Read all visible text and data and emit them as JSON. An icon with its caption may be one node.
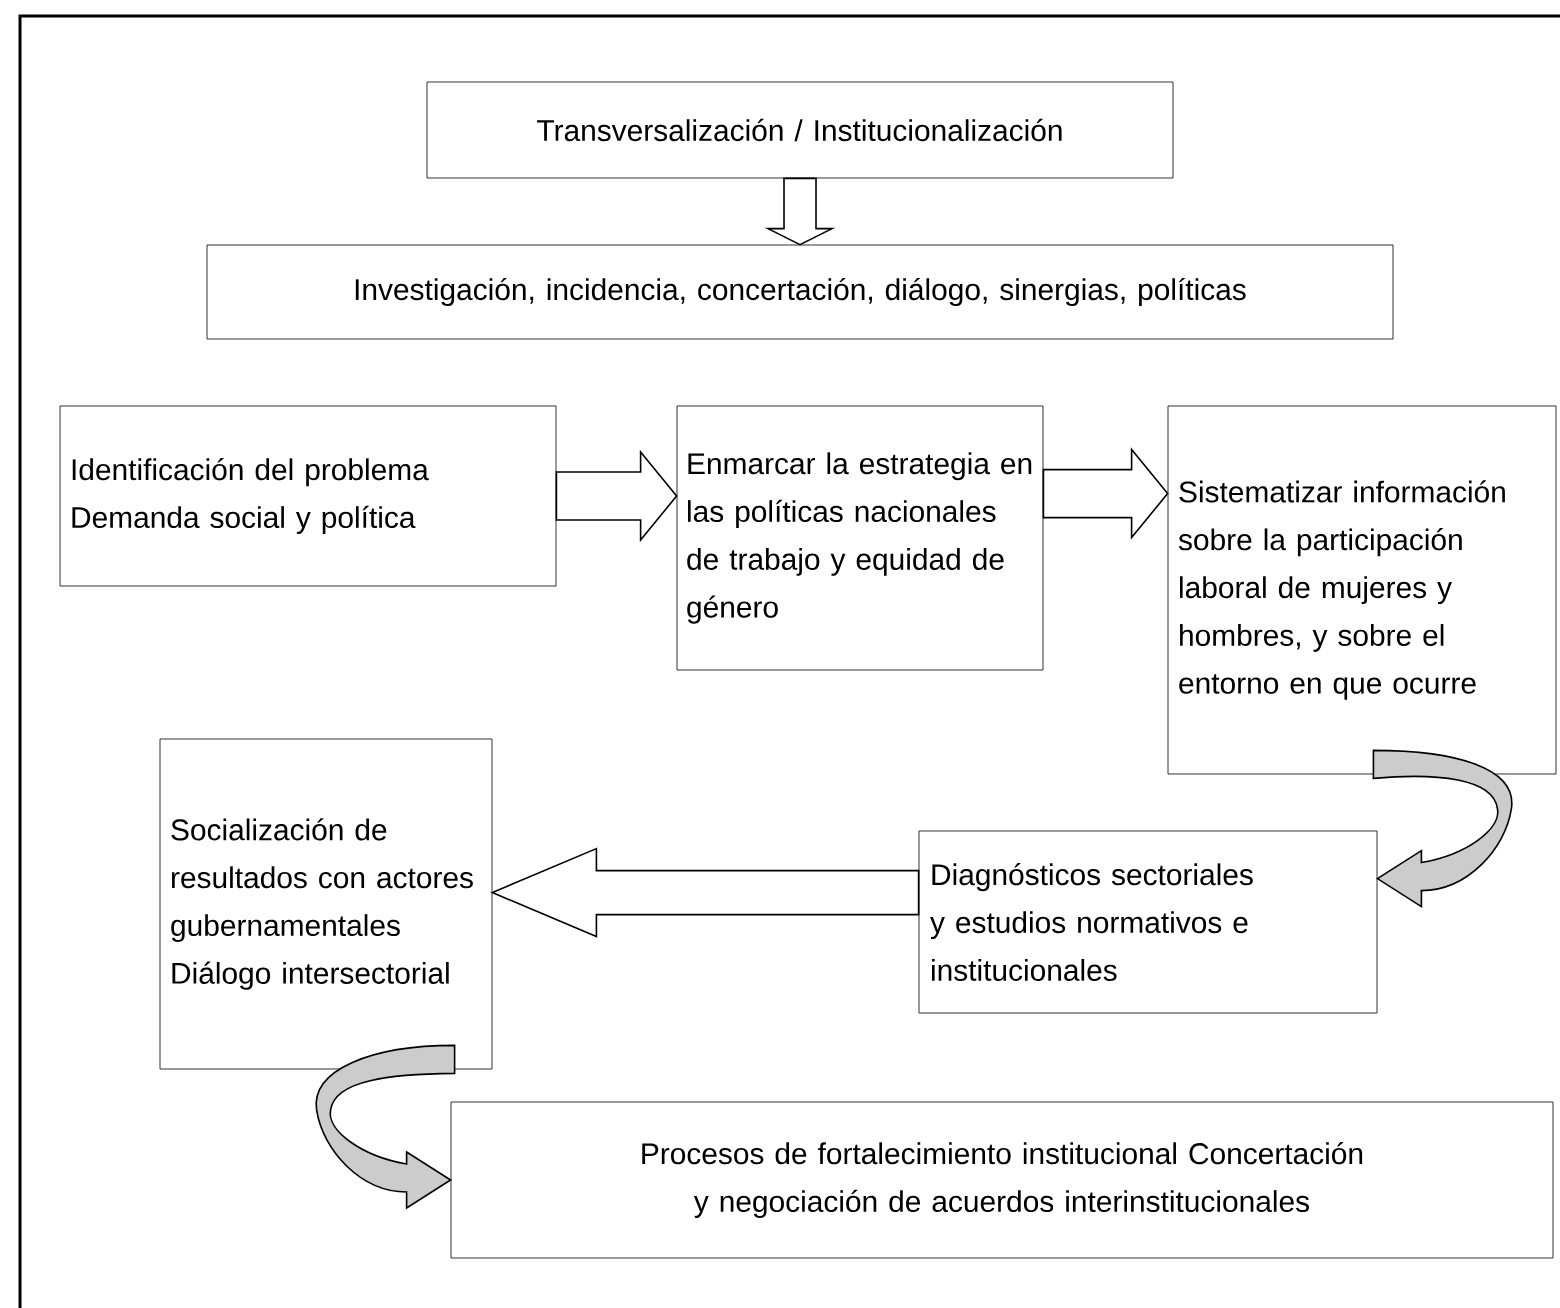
{
  "diagram": {
    "nodes": [
      {
        "text": [
          "Transversalización / Institucionalización"
        ]
      },
      {
        "text": [
          "Investigación, incidencia, concertación, diálogo, sinergias, políticas"
        ]
      },
      {
        "text": [
          "Identificación del problema Demanda social y política"
        ]
      },
      {
        "text": [
          "Enmarcar la estrategia en las políticas nacionales de trabajo y equidad de género"
        ]
      },
      {
        "text": [
          "Sistematizar información sobre la participación laboral de mujeres y hombres, y sobre el entorno en que ocurre"
        ]
      },
      {
        "text": [
          "Socialización de resultados con actores gubernamentales Diálogo intersectorial"
        ]
      },
      {
        "text": [
          "Diagnósticos sectoriales y estudios normativos e institucionales"
        ]
      },
      {
        "text": [
          "Procesos de fortalecimiento institucional Concertación y negociación de acuerdos interinstitucionales"
        ]
      }
    ],
    "edges": [
      {
        "from": 0,
        "to": 1,
        "arrow": "to"
      },
      {
        "from": 2,
        "to": 3,
        "arrow": "to"
      },
      {
        "from": 3,
        "to": 4,
        "arrow": "to"
      },
      {
        "from": 4,
        "to": 6,
        "arrow": "to"
      },
      {
        "from": 6,
        "to": 5,
        "arrow": "to"
      },
      {
        "from": 5,
        "to": 7,
        "arrow": "to"
      }
    ]
  }
}
